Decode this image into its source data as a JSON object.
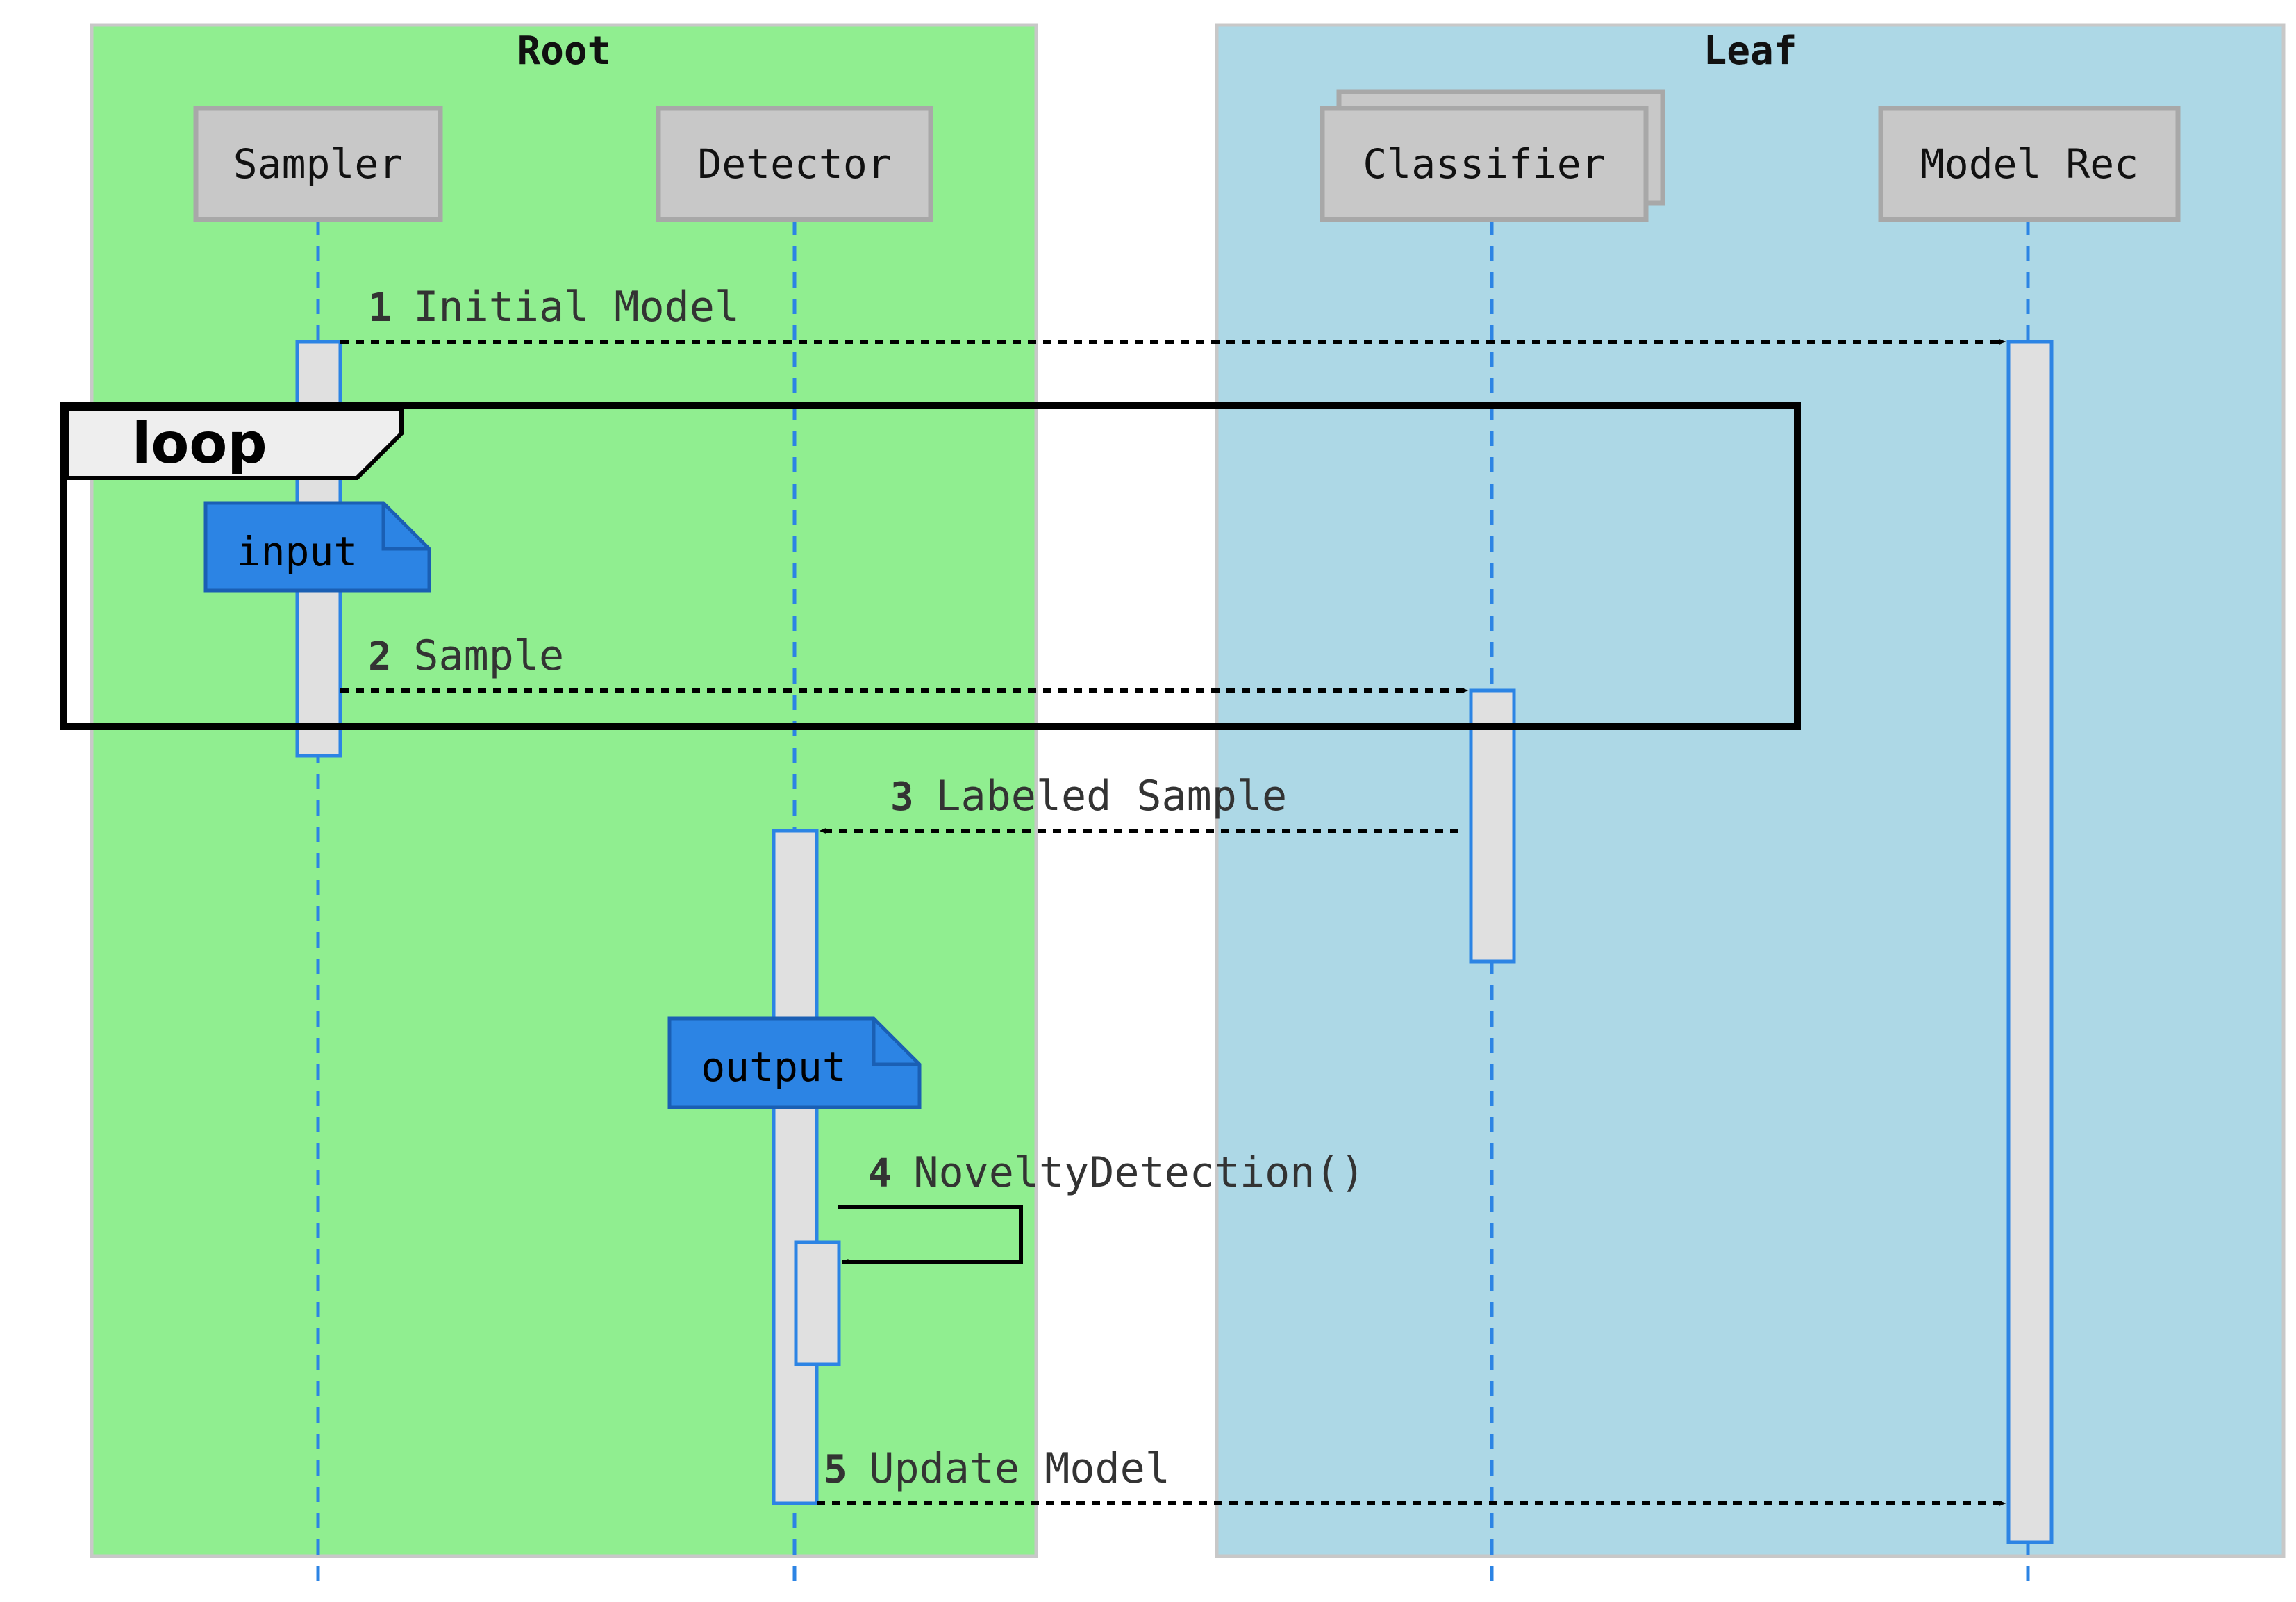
{
  "boxes": {
    "root": {
      "title": "Root",
      "color": "#90ee90"
    },
    "leaf": {
      "title": "Leaf",
      "color": "#add8e6"
    }
  },
  "participants": {
    "sampler": {
      "label": "Sampler"
    },
    "detector": {
      "label": "Detector"
    },
    "classifier": {
      "label": "Classifier"
    },
    "model_rec": {
      "label": "Model Rec"
    }
  },
  "messages": [
    {
      "number": "1",
      "text": "Initial Model",
      "from": "Sampler",
      "to": "Model Rec",
      "style": "dotted"
    },
    {
      "number": "2",
      "text": "Sample",
      "from": "Sampler",
      "to": "Classifier",
      "style": "dotted"
    },
    {
      "number": "3",
      "text": "Labeled Sample",
      "from": "Classifier",
      "to": "Detector",
      "style": "dotted"
    },
    {
      "number": "4",
      "text": "NoveltyDetection()",
      "from": "Detector",
      "to": "Detector",
      "style": "solid"
    },
    {
      "number": "5",
      "text": "Update Model",
      "from": "Detector",
      "to": "Model Rec",
      "style": "dotted"
    }
  ],
  "loop": {
    "label": "loop"
  },
  "notes": {
    "input": "input",
    "output": "output"
  },
  "colors": {
    "note_fill": "#2c84e4",
    "note_border": "#1a5fb4",
    "lifeline": "#2c84e4",
    "activation_fill": "#e0e0e0",
    "actor_fill": "#c8c8c8",
    "actor_border": "#a8a8a8"
  }
}
